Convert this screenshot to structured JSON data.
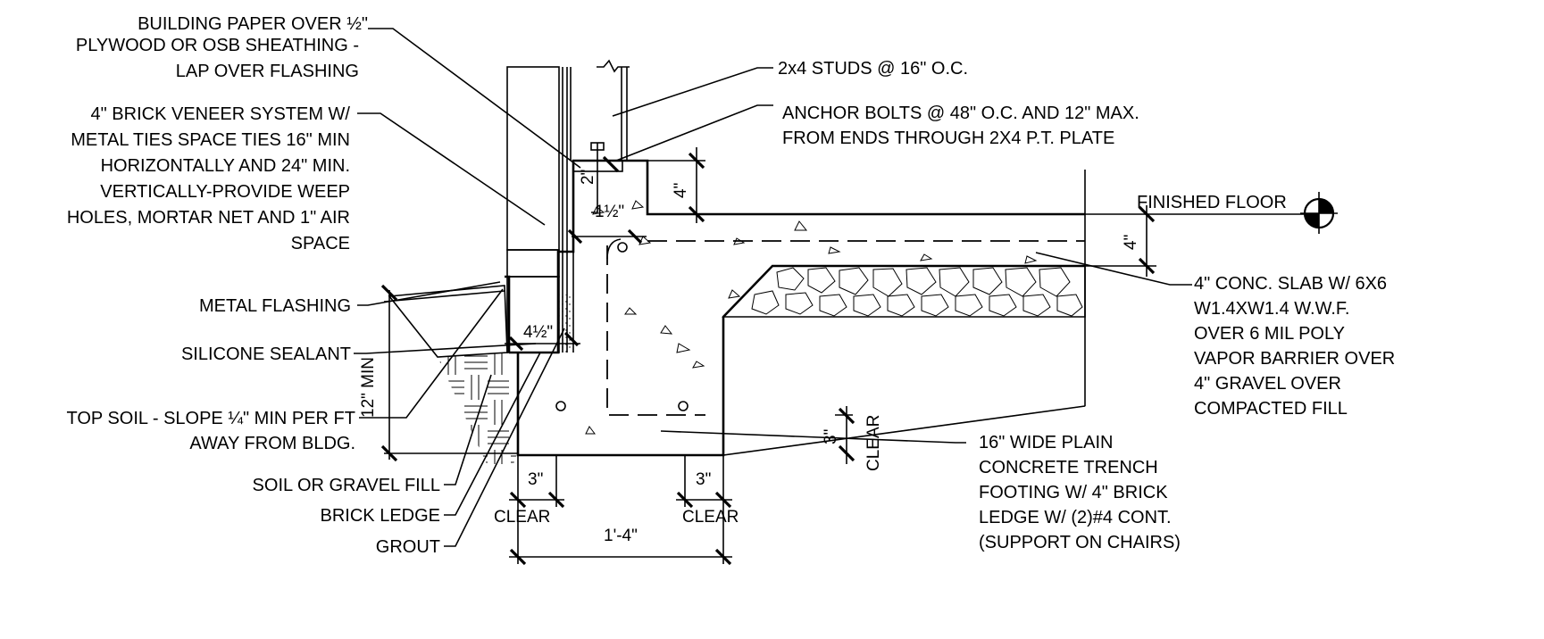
{
  "labels": {
    "building_paper": [
      "BUILDING PAPER OVER ½\"",
      "PLYWOOD OR OSB SHEATHING -",
      "LAP OVER FLASHING"
    ],
    "brick_veneer": [
      "4\" BRICK VENEER SYSTEM W/",
      "METAL TIES SPACE TIES 16\" MIN",
      "HORIZONTALLY AND 24\" MIN.",
      "VERTICALLY-PROVIDE WEEP",
      "HOLES, MORTAR NET AND 1\" AIR",
      "SPACE"
    ],
    "metal_flashing": "METAL FLASHING",
    "silicone_sealant": "SILICONE SEALANT",
    "top_soil": [
      "TOP SOIL - SLOPE ¼\" MIN PER FT",
      "AWAY FROM BLDG."
    ],
    "soil_gravel_fill": "SOIL OR GRAVEL FILL",
    "brick_ledge": "BRICK LEDGE",
    "grout": "GROUT",
    "studs": "2x4 STUDS @ 16\" O.C.",
    "anchor_bolts": [
      "ANCHOR BOLTS @ 48\" O.C. AND 12\" MAX.",
      "FROM ENDS THROUGH 2X4 P.T. PLATE"
    ],
    "finished_floor": "FINISHED FLOOR",
    "slab": [
      "4\" CONC. SLAB W/ 6X6",
      "W1.4XW1.4 W.W.F.",
      "OVER 6 MIL POLY",
      "VAPOR BARRIER OVER",
      "4\" GRAVEL OVER",
      "COMPACTED FILL"
    ],
    "footing": [
      "16\" WIDE PLAIN",
      "CONCRETE TRENCH",
      "FOOTING W/ 4\" BRICK",
      "LEDGE W/ (2)#4 CONT.",
      "(SUPPORT ON CHAIRS)"
    ]
  },
  "dimensions": {
    "two_in": "2\"",
    "four_in_stem": "4\"",
    "one_half_stem": "1½\"",
    "four_half_ledge": "4½\"",
    "twelve_min": "12\" MIN",
    "four_in_slab": "4\"",
    "three_clear_v": "3\"",
    "clear_v": "CLEAR",
    "three_left": "3\"",
    "clear_left": "CLEAR",
    "three_right": "3\"",
    "clear_right": "CLEAR",
    "footing_width": "1'-4\""
  },
  "colors": {
    "ink": "#000000",
    "background": "#ffffff"
  }
}
